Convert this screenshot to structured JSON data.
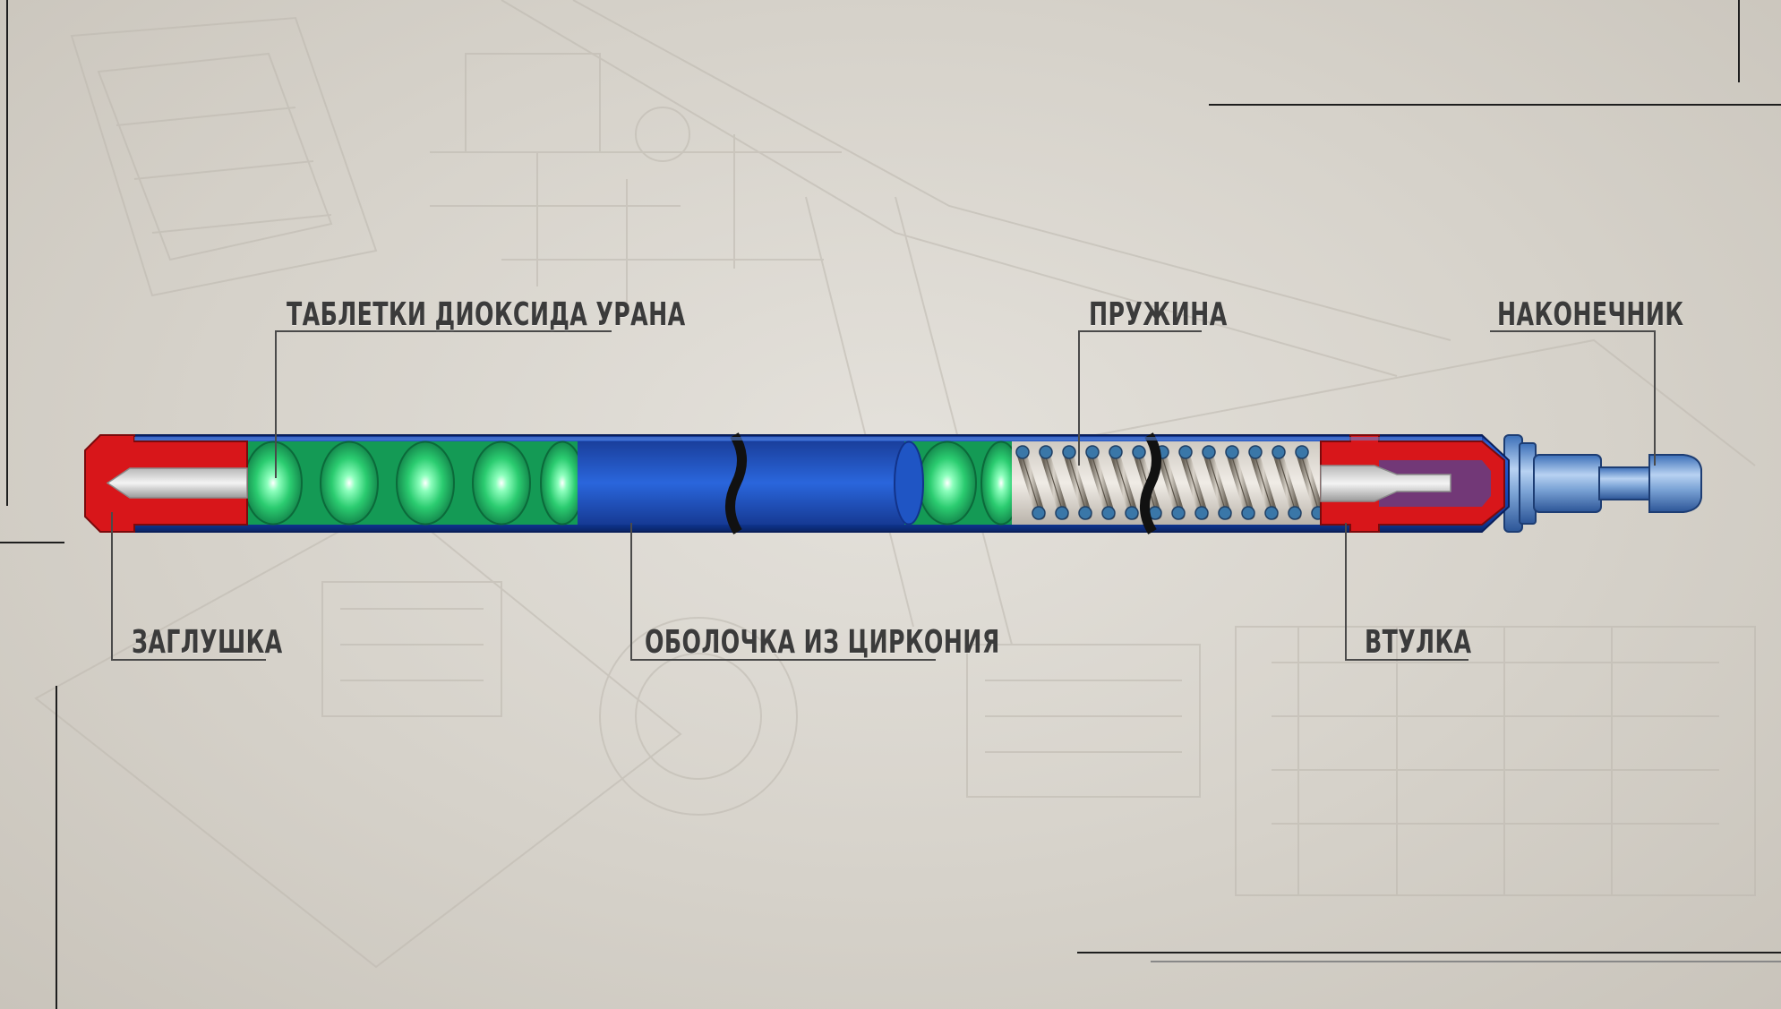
{
  "labels": {
    "pellets": "ТАБЛЕТКИ ДИОКСИДА УРАНА",
    "spring": "ПРУЖИНА",
    "tip": "НАКОНЕЧНИК",
    "plug": "ЗАГЛУШКА",
    "cladding": "ОБОЛОЧКА ИЗ ЦИРКОНИЯ",
    "sleeve": "ВТУЛКА"
  },
  "colors": {
    "background": "#d9d5ce",
    "cladding": "#1f55c4",
    "plug": "#d8161a",
    "pellet": "#38d57a",
    "spring": "#b8b2a8",
    "tip": "#7fa8d8",
    "label_text": "#3b3b3b",
    "leader_line": "#4a4a4a"
  }
}
